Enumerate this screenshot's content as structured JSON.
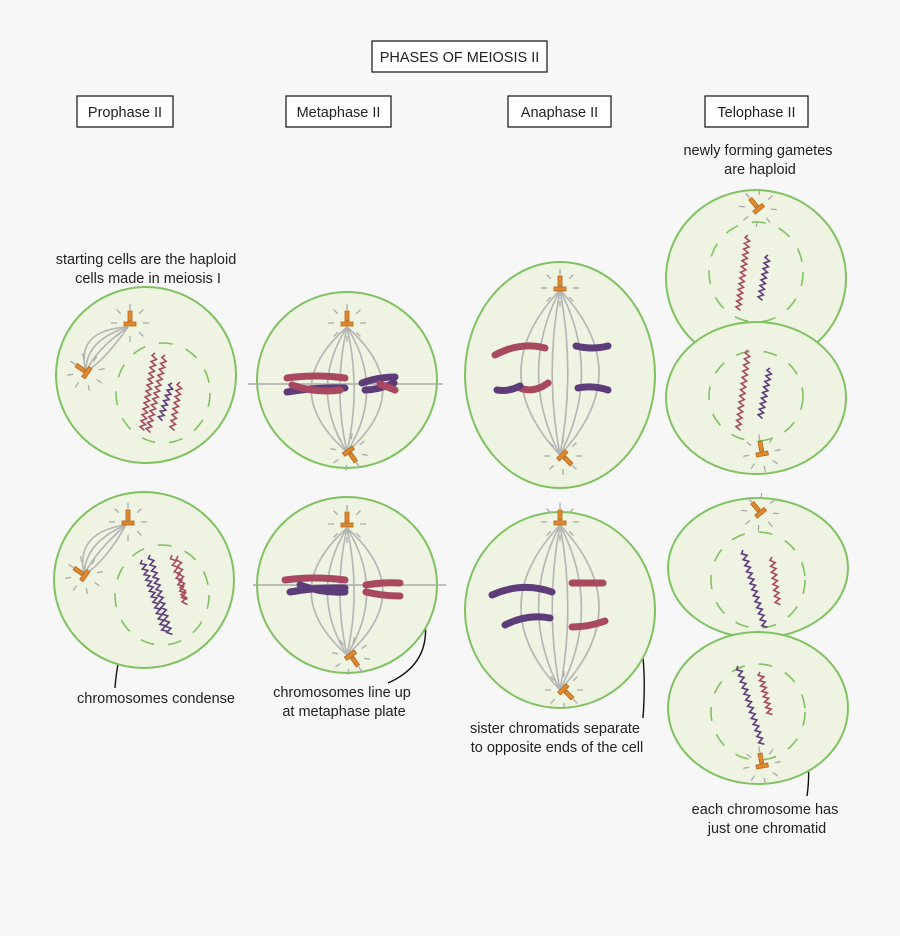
{
  "title": "PHASES OF MEIOSIS II",
  "phases": [
    "Prophase II",
    "Metaphase II",
    "Anaphase II",
    "Telophase II"
  ],
  "annotations": {
    "prophase_top": [
      "starting cells are the haploid",
      "cells made in meiosis I"
    ],
    "prophase_bottom": [
      "chromosomes condense"
    ],
    "metaphase_bottom": [
      "chromosomes line up",
      "at metaphase plate"
    ],
    "anaphase_bottom": [
      "sister chromatids separate",
      "to opposite ends of the cell"
    ],
    "telophase_top": [
      "newly forming gametes",
      "are haploid"
    ],
    "telophase_bottom": [
      "each chromosome has",
      "just one chromatid"
    ]
  },
  "colors": {
    "cell_fill": "#eef3e2",
    "cell_outline": "#80c262",
    "chromosome_red": "#a8495f",
    "chromosome_purple": "#5e3c7a",
    "centrosome": "#e08a2e",
    "spindle": "#b4b4b4"
  }
}
